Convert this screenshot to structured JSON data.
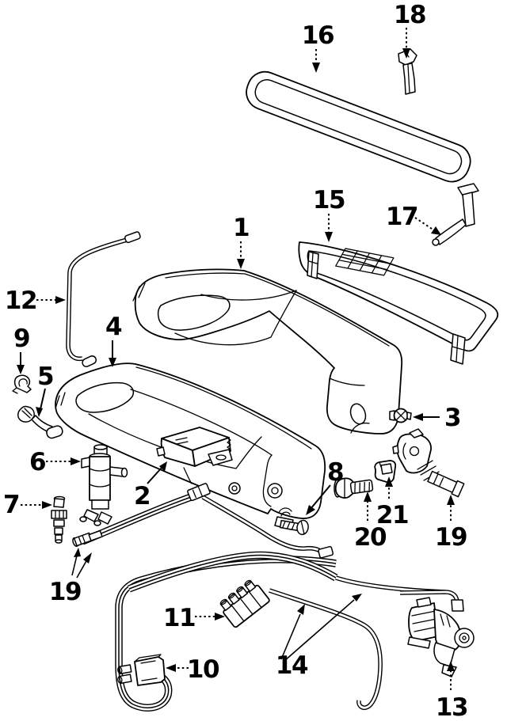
{
  "diagram": {
    "background": "#ffffff",
    "ink": "#000000",
    "callouts": [
      {
        "number": "16"
      },
      {
        "number": "18"
      },
      {
        "number": "15"
      },
      {
        "number": "17"
      },
      {
        "number": "1"
      },
      {
        "number": "12"
      },
      {
        "number": "9"
      },
      {
        "number": "4"
      },
      {
        "number": "5"
      },
      {
        "number": "6"
      },
      {
        "number": "2"
      },
      {
        "number": "7"
      },
      {
        "number": "3"
      },
      {
        "number": "8"
      },
      {
        "number": "20"
      },
      {
        "number": "21"
      },
      {
        "number": "19"
      },
      {
        "number": "19"
      },
      {
        "number": "11"
      },
      {
        "number": "10"
      },
      {
        "number": "14"
      },
      {
        "number": "13"
      }
    ]
  }
}
